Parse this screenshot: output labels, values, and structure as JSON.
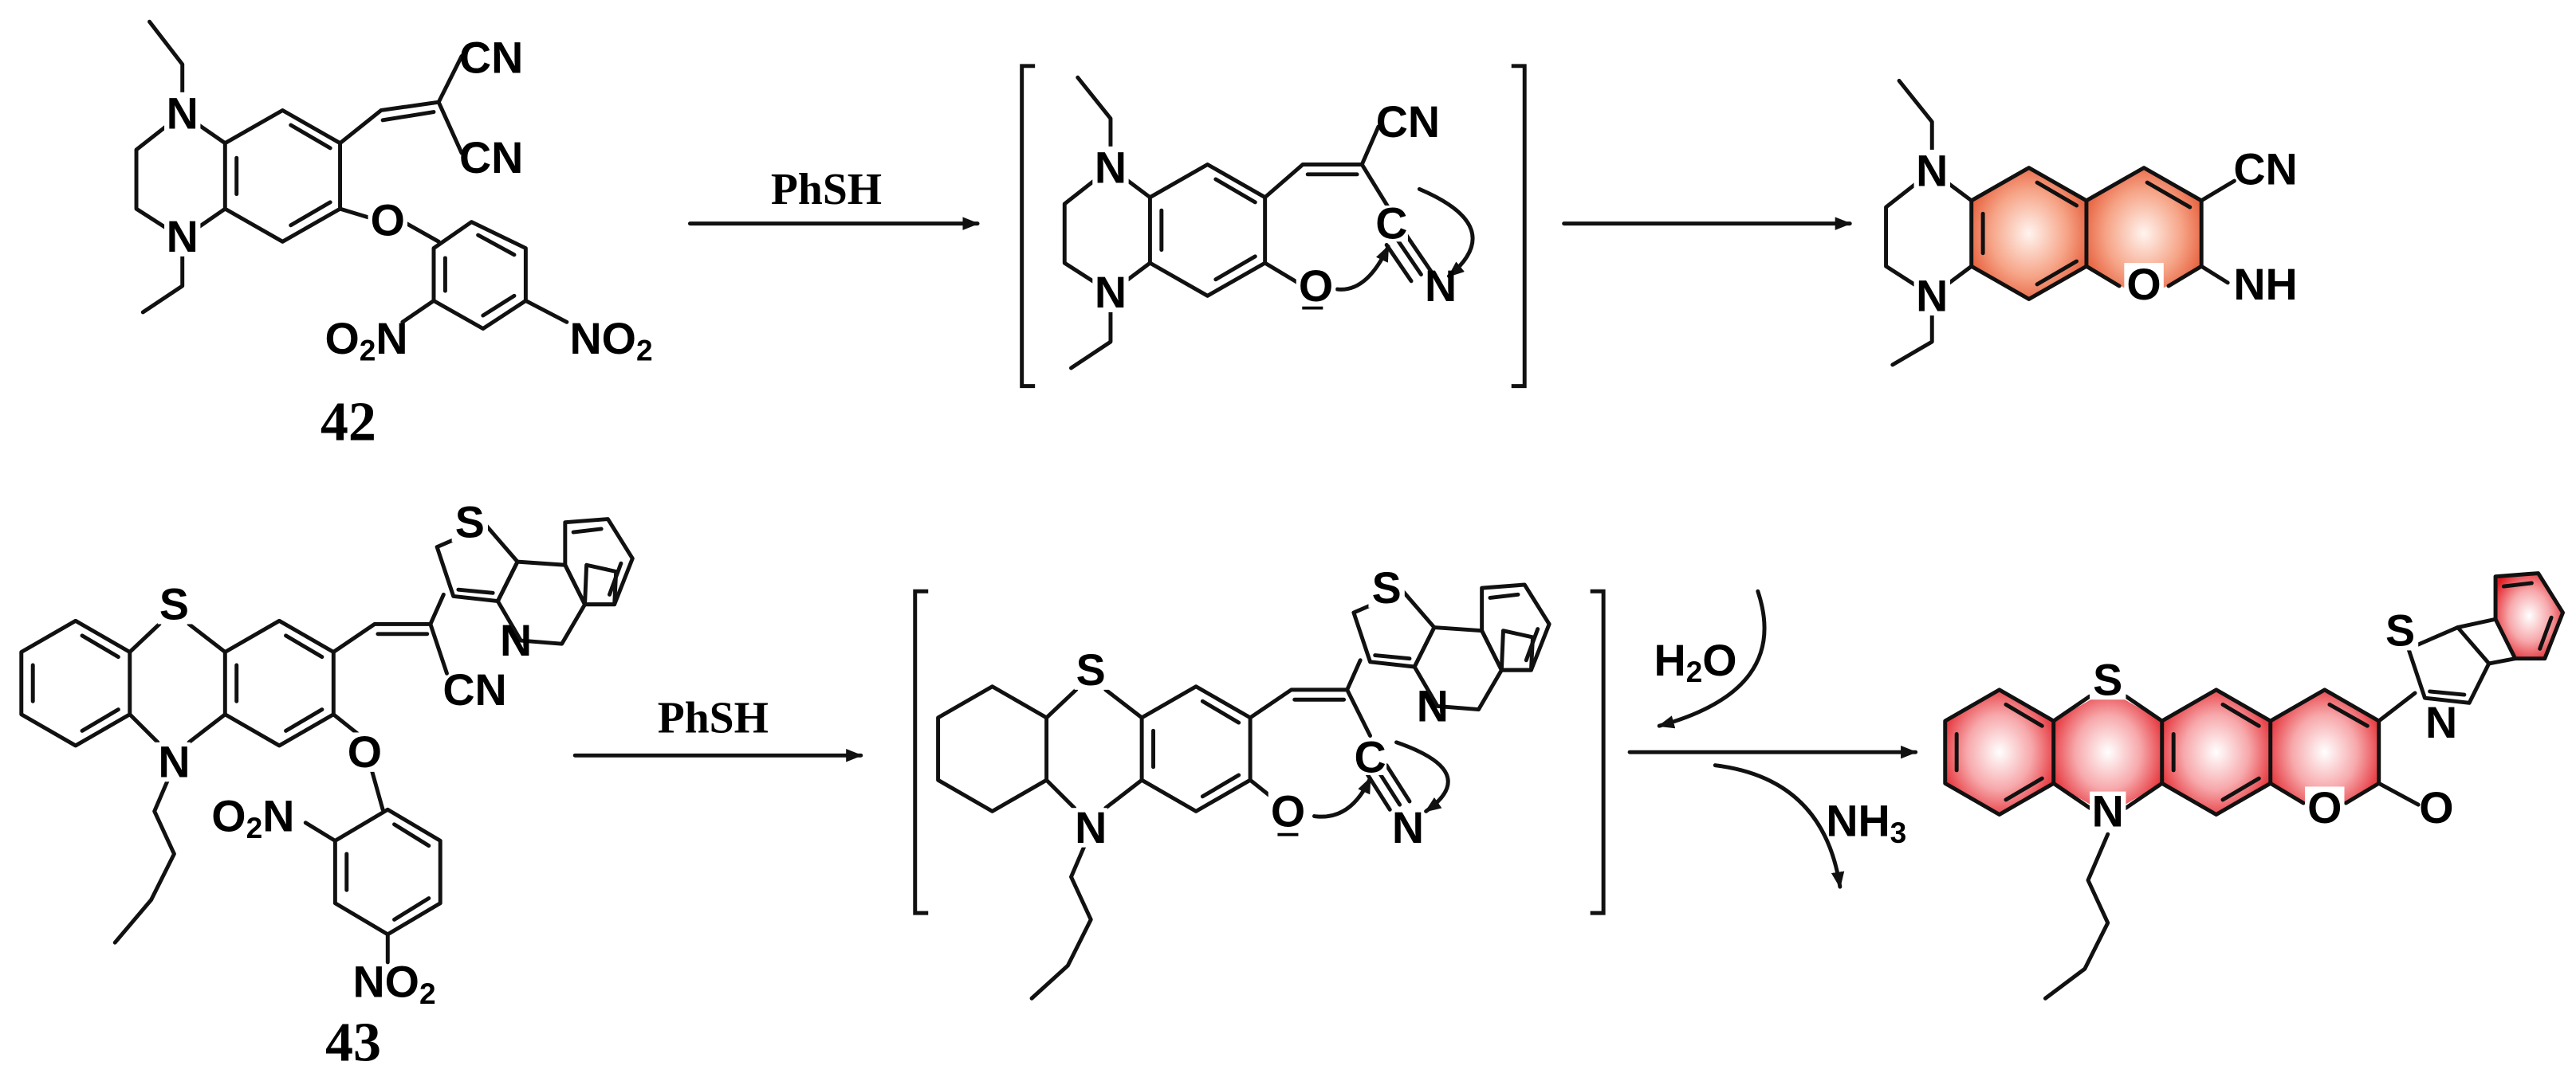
{
  "compounds": [
    {
      "id": "42",
      "label": "42"
    },
    {
      "id": "43",
      "label": "43"
    }
  ],
  "reagents": {
    "thiol_top": "PhSH",
    "thiol_bottom": "PhSH",
    "water": "H2O",
    "ammonia": "NH3"
  },
  "atoms": {
    "n": "N",
    "o": "O",
    "s": "S",
    "c": "C",
    "cn": "CN",
    "nh": "NH",
    "o2n": "O2N",
    "no2": "NO2",
    "minus": "−"
  },
  "colors": {
    "highlight_orange": "#e2502c",
    "highlight_red": "#e11b22",
    "line": "#111111"
  }
}
